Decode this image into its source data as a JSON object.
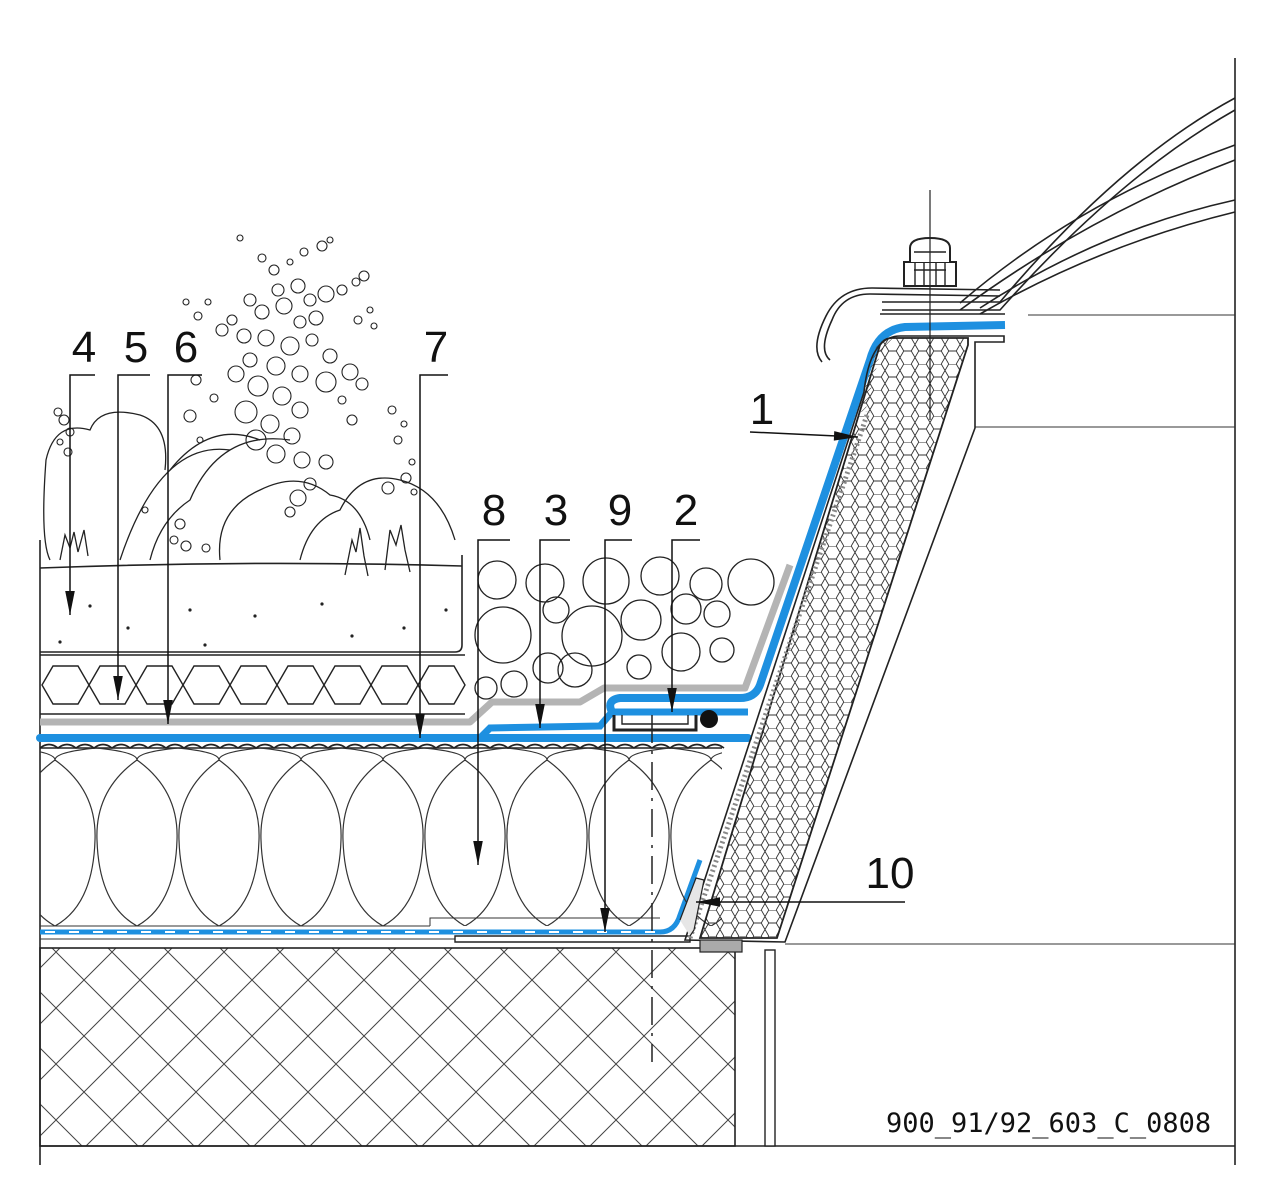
{
  "drawing": {
    "callouts": [
      {
        "id": "c1",
        "label": "1"
      },
      {
        "id": "c2",
        "label": "2"
      },
      {
        "id": "c3",
        "label": "3"
      },
      {
        "id": "c4",
        "label": "4"
      },
      {
        "id": "c5",
        "label": "5"
      },
      {
        "id": "c6",
        "label": "6"
      },
      {
        "id": "c7",
        "label": "7"
      },
      {
        "id": "c8",
        "label": "8"
      },
      {
        "id": "c9",
        "label": "9"
      },
      {
        "id": "c10",
        "label": "10"
      }
    ],
    "reference_code": "900_91/92_603_C_0808",
    "colors": {
      "membrane": "#1e90e0",
      "separation_layer": "#b4b4b4",
      "line": "#222222",
      "background": "#ffffff"
    }
  }
}
